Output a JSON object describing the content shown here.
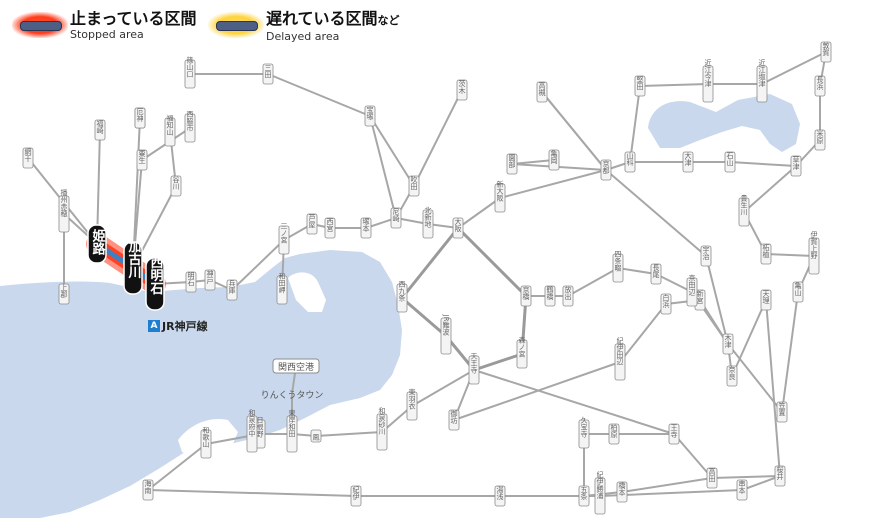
{
  "legend": {
    "stopped": {
      "ja": "止まっている区間",
      "en": "Stopped area",
      "glow_color": "#ff3a1a"
    },
    "delayed": {
      "ja": "遅れている区間",
      "ja_suffix": "など",
      "en": "Delayed area",
      "glow_color": "#ffd23a"
    }
  },
  "line_tag": {
    "letter": "A",
    "name": "JR神戸線",
    "color": "#1e7fd0"
  },
  "colors": {
    "sea": "#c9d8ec",
    "line": "#a7a7a7",
    "loop_line": "#9a9a9a",
    "station_fill": "#f4f4f4",
    "station_stroke": "#8c8c8c",
    "stopped_line": "#3f80c4"
  },
  "stations": [
    {
      "id": "himeji",
      "label": "姫路",
      "style": "stopped"
    },
    {
      "id": "kakogawa",
      "label": "加古川",
      "style": "stopped"
    },
    {
      "id": "nishiakashi",
      "label": "西明石",
      "style": "stopped"
    },
    {
      "id": "akashi",
      "label": "明石"
    },
    {
      "id": "kobe",
      "label": "神戸"
    },
    {
      "id": "sannomiya",
      "label": "三ノ宮"
    },
    {
      "id": "ashiya",
      "label": "芦屋"
    },
    {
      "id": "amagasaki",
      "label": "尼崎"
    },
    {
      "id": "osaka",
      "label": "大阪"
    },
    {
      "id": "shinosaka",
      "label": "新大阪"
    },
    {
      "id": "kyoto",
      "label": "京都"
    },
    {
      "id": "tennoji",
      "label": "天王寺"
    },
    {
      "id": "nara",
      "label": "奈良"
    },
    {
      "id": "nishikujo",
      "label": "西九条"
    },
    {
      "id": "jrnanba",
      "label": "JR難波"
    },
    {
      "id": "kansaikuko",
      "label": "関西空港",
      "style": "badge"
    },
    {
      "id": "rinku",
      "label": "りんくうタウン",
      "style": "plain"
    },
    {
      "id": "wakayama",
      "label": "和歌山"
    },
    {
      "id": "kusatsu",
      "label": "草津"
    },
    {
      "id": "maibara",
      "label": "米原"
    },
    {
      "id": "kizu",
      "label": "木津"
    },
    {
      "id": "kameyama",
      "label": "亀山"
    },
    {
      "id": "takada",
      "label": "高田"
    },
    {
      "id": "sakurai",
      "label": "桜井"
    },
    {
      "id": "tenri",
      "label": "天理"
    },
    {
      "id": "ogoto",
      "label": "近江今津"
    },
    {
      "id": "kametoka",
      "label": "亀岡"
    },
    {
      "id": "fukuchiyama",
      "label": "福知山"
    },
    {
      "id": "sasayama",
      "label": "篠山口"
    },
    {
      "id": "sanda",
      "label": "三田"
    },
    {
      "id": "takarazuka",
      "label": "宝塚"
    },
    {
      "id": "kyobashi",
      "label": "京橋"
    },
    {
      "id": "hakubi",
      "label": "播州赤穂"
    },
    {
      "id": "aboshi",
      "label": "網干"
    },
    {
      "id": "kamigori",
      "label": "上郡"
    },
    {
      "id": "teramae",
      "label": "寺前"
    },
    {
      "id": "fukusaki",
      "label": "福崎"
    },
    {
      "id": "nishiwaki",
      "label": "西脇市"
    },
    {
      "id": "tanikawa",
      "label": "谷川"
    },
    {
      "id": "hineno",
      "label": "日根野"
    },
    {
      "id": "otori",
      "label": "鳳"
    },
    {
      "id": "kumano",
      "label": "熊取"
    },
    {
      "id": "shingu",
      "label": "新宮"
    },
    {
      "id": "hashimoto",
      "label": "橋本"
    },
    {
      "id": "gojo",
      "label": "五条"
    },
    {
      "id": "oji",
      "label": "王寺"
    },
    {
      "id": "kumatori",
      "label": "東羽衣"
    },
    {
      "id": "izumi",
      "label": "和泉府中"
    },
    {
      "id": "tondabayashi",
      "label": "久宝寺"
    },
    {
      "id": "kashiwara",
      "label": "柏原"
    },
    {
      "id": "yamazaki",
      "label": "山崎"
    },
    {
      "id": "takatsuki",
      "label": "高槻"
    },
    {
      "id": "ibaraki",
      "label": "茨木"
    },
    {
      "id": "suita",
      "label": "吹田"
    },
    {
      "id": "tsuruhashi",
      "label": "鶴橋"
    },
    {
      "id": "morinomiya",
      "label": "森ノ宮"
    },
    {
      "id": "shigino",
      "label": "放出"
    },
    {
      "id": "shijonawate",
      "label": "四条畷"
    },
    {
      "id": "nagao",
      "label": "長尾"
    },
    {
      "id": "kyotanabe",
      "label": "京田辺"
    },
    {
      "id": "uji",
      "label": "宇治"
    },
    {
      "id": "yamashina",
      "label": "山科"
    },
    {
      "id": "otsu",
      "label": "大津"
    },
    {
      "id": "ishiyama",
      "label": "石山"
    },
    {
      "id": "kibukawa",
      "label": "貴生川"
    },
    {
      "id": "tsuge",
      "label": "柘植"
    },
    {
      "id": "iga",
      "label": "伊賀上野"
    },
    {
      "id": "kasagi",
      "label": "笠置"
    },
    {
      "id": "nagahama",
      "label": "長浜"
    },
    {
      "id": "omiimazu",
      "label": "近江塩津"
    },
    {
      "id": "tsuruga",
      "label": "敦賀"
    },
    {
      "id": "katata",
      "label": "堅田"
    },
    {
      "id": "sonobe",
      "label": "園部"
    },
    {
      "id": "nishinomiya",
      "label": "西宮"
    },
    {
      "id": "kanzaki",
      "label": "塚本"
    },
    {
      "id": "kitashinchi",
      "label": "北新地"
    },
    {
      "id": "hyogo",
      "label": "兵庫"
    },
    {
      "id": "wadamisaki",
      "label": "和田岬"
    },
    {
      "id": "kakogawa2",
      "label": "厄神"
    },
    {
      "id": "ono",
      "label": "粟生"
    },
    {
      "id": "kishiwada",
      "label": "東岸和田"
    },
    {
      "id": "misakicho",
      "label": "紀伊"
    },
    {
      "id": "kainan",
      "label": "海南"
    },
    {
      "id": "yuasa",
      "label": "湯浅"
    },
    {
      "id": "gobo",
      "label": "御坊"
    },
    {
      "id": "kiitanabe",
      "label": "紀伊田辺"
    },
    {
      "id": "shirahama",
      "label": "白浜"
    },
    {
      "id": "kushimoto",
      "label": "串本"
    },
    {
      "id": "katsuura",
      "label": "紀伊勝浦"
    },
    {
      "id": "izumisuna",
      "label": "和泉砂川"
    }
  ]
}
